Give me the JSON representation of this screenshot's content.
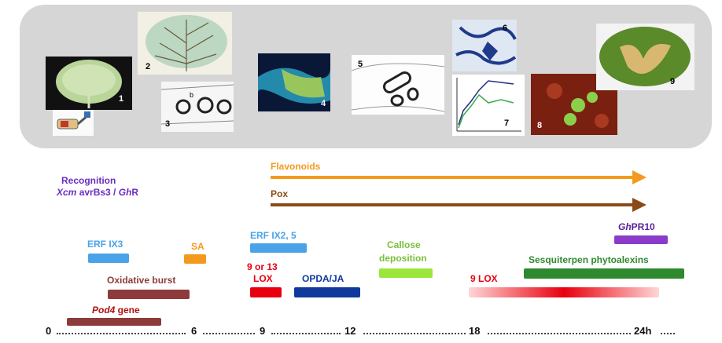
{
  "images": [
    {
      "num": "1"
    },
    {
      "num": "2"
    },
    {
      "num": "3"
    },
    {
      "num": "4"
    },
    {
      "num": "5"
    },
    {
      "num": "6"
    },
    {
      "num": "7"
    },
    {
      "num": "8"
    },
    {
      "num": "9"
    }
  ],
  "micrograph3_letter": "b",
  "recognition": {
    "line1": "Recognition",
    "xcm": "Xcm",
    "avr": " avrBs3 / ",
    "gh": "Gh",
    "r": "R"
  },
  "arrows": [
    {
      "label": "Flavonoids",
      "color": "#f39a1e"
    },
    {
      "label": "Pox",
      "color": "#8a4b16"
    }
  ],
  "events": {
    "erf_ix3": "ERF IX3",
    "sa": "SA",
    "oxidative_burst": "Oxidative burst",
    "pod4_italic": "Pod4",
    "pod4_rest": " gene",
    "erf_ix2_5": "ERF IX2, 5",
    "lox_9_13_line1": "9 or 13",
    "lox_9_13_line2": "LOX",
    "opda_ja": "OPDA/JA",
    "callose_line1": "Callose",
    "callose_line2": "deposition",
    "lox_9": "9 LOX",
    "ghpr10_italic": "Gh",
    "ghpr10_rest": "PR10",
    "sesquiterpen": "Sesquiterpen phytoalexins"
  },
  "colors": {
    "erf": "#4aa3e8",
    "sa": "#f39a1e",
    "oxidative": "#8f3a3a",
    "pod4": "#8f3a3a",
    "lox_red": "#e8000e",
    "opda": "#0f3a9c",
    "callose": "#9be63a",
    "pr10": "#8a3cc8",
    "sesqui": "#2f8a2f",
    "recognition": "#6a2ec0"
  },
  "timeline": [
    "0",
    "6",
    "9",
    "12",
    "18",
    "24h"
  ]
}
